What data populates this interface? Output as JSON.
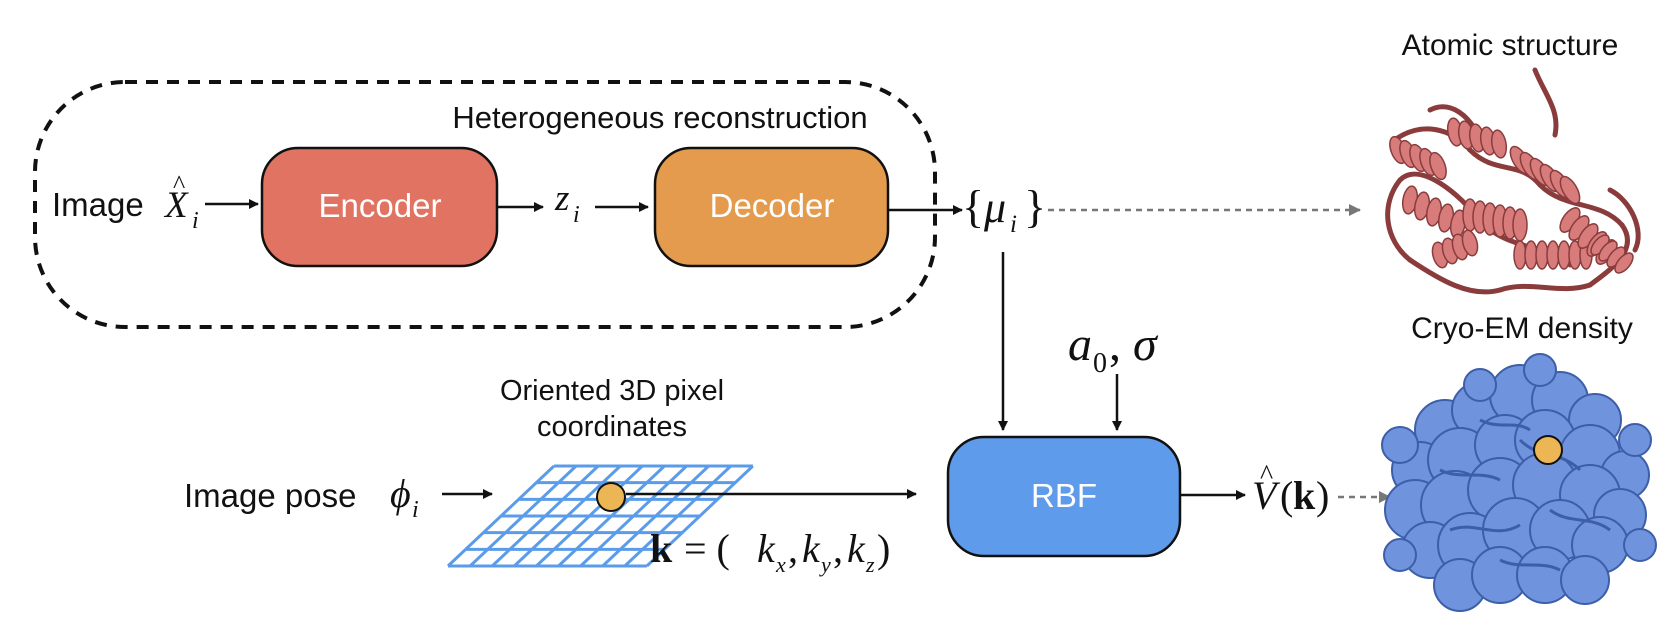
{
  "group_label": "Heterogeneous reconstruction",
  "input_image": {
    "label": "Image",
    "symbol": "X",
    "hat": "^",
    "subscript": "i"
  },
  "encoder": {
    "label": "Encoder",
    "color": "#E07361"
  },
  "latent": {
    "symbol": "z",
    "subscript": "i"
  },
  "decoder": {
    "label": "Decoder",
    "color": "#E59B4D"
  },
  "centers": {
    "open": "{",
    "symbol": "μ",
    "subscript": "i",
    "close": "}"
  },
  "atomic": {
    "label": "Atomic structure",
    "color": "#D77B7B"
  },
  "cryo": {
    "label": "Cryo-EM density",
    "color": "#6F93DC"
  },
  "rbf": {
    "label": "RBF",
    "color": "#5E9BEB",
    "params_a": "a",
    "params_a_sub": "0",
    "params_sep": ", ",
    "params_sigma": "σ"
  },
  "pose": {
    "label": "Image pose",
    "symbol": "ϕ",
    "subscript": "i"
  },
  "grid": {
    "title_line1": "Oriented 3D pixel",
    "title_line2": "coordinates",
    "color": "#5B9CEA",
    "point_color": "#ECB654"
  },
  "kvec": {
    "lhs": "k",
    "eq": " = (",
    "kx": "k",
    "kx_sub": "x",
    "ky": "k",
    "ky_sub": "y",
    "kz": "k",
    "kz_sub": "z",
    "sep": ", ",
    "close": ")"
  },
  "output": {
    "symbol": "V",
    "hat": "^",
    "open": "(",
    "arg": "k",
    "close": ")"
  }
}
